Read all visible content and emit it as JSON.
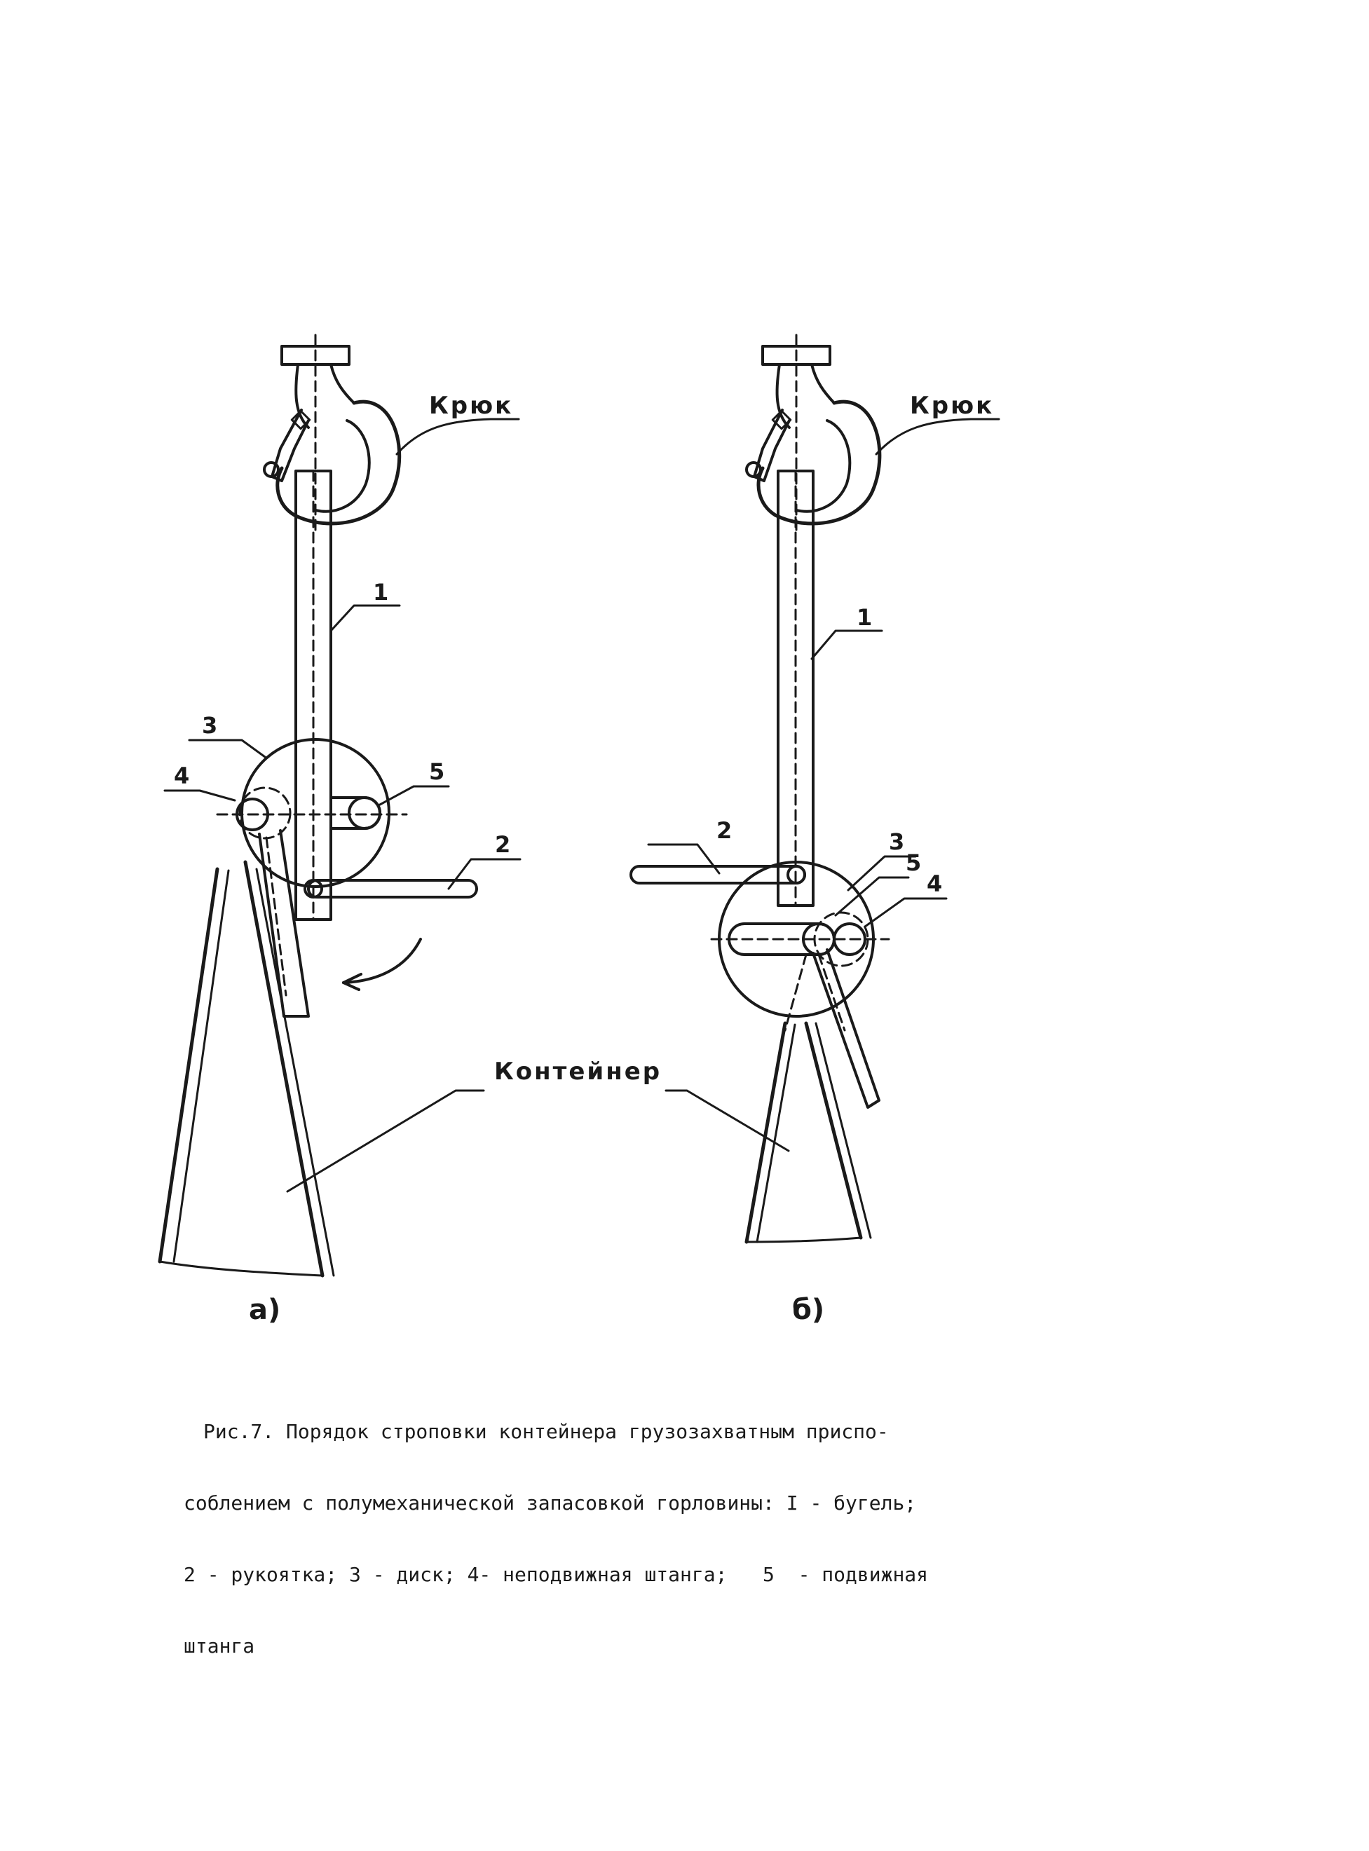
{
  "labels": {
    "hook_a": "Крюк",
    "hook_b": "Крюк",
    "container": "Контейнер",
    "bugel_a": "1",
    "handle_a": "2",
    "disk_a": "3",
    "fixed_rod_a": "4",
    "movable_rod_a": "5",
    "bugel_b": "1",
    "handle_b": "2",
    "disk_b": "3",
    "movable_rod_b": "5",
    "fixed_rod_b": "4",
    "panel_a": "а)",
    "panel_b": "б)"
  },
  "caption": {
    "line1": "Рис.7. Порядок строповки контейнера грузозахватным приспо-",
    "line2": "соблением с полумеханической запасовкой горловины: I - бугель;",
    "line3": "2 - рукоятка; 3 - диск; 4- неподвижная штанга;   5  - подвижная",
    "line4": "штанга"
  }
}
